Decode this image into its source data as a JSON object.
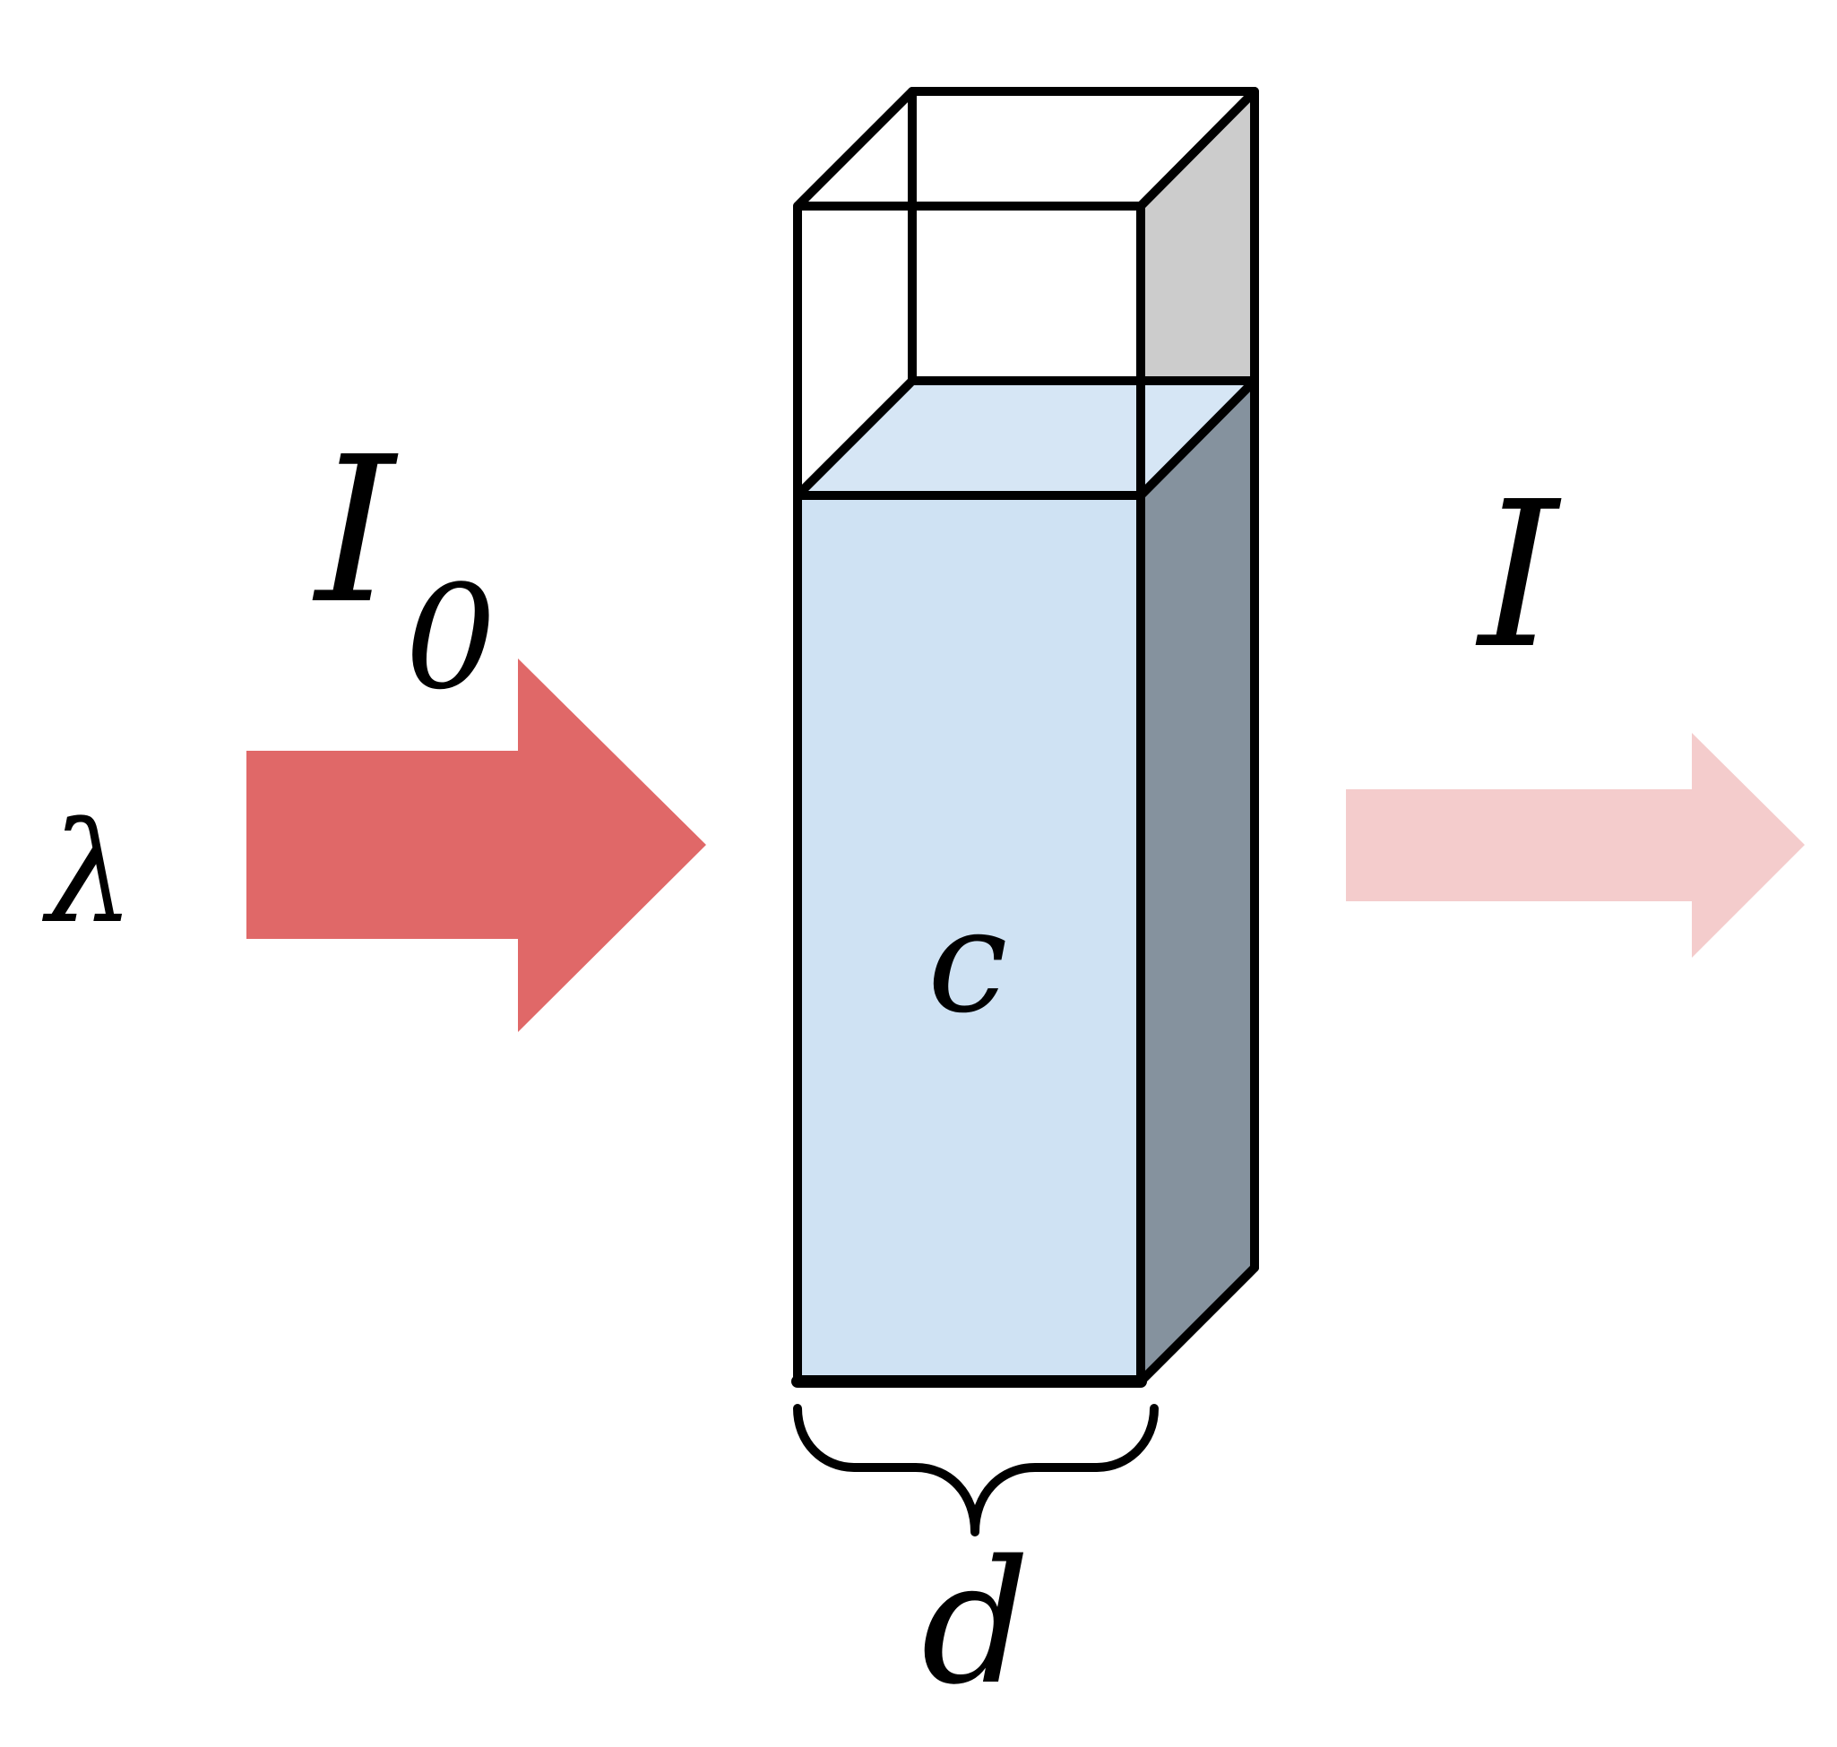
{
  "labels": {
    "wavelength": "λ",
    "incident_intensity": "I",
    "incident_subscript": "0",
    "transmitted_intensity": "I",
    "concentration": "c",
    "path_length": "d"
  },
  "colors": {
    "incident_beam": "#e06868",
    "transmitted_beam": "#f4cccc",
    "solution_front": "#cfe2f3",
    "solution_side": "#85929e",
    "solution_top": "#d6e6f5",
    "glass_side_top": "#cccccc",
    "glass_side_mid": "#b0bbc6",
    "outline": "#000000"
  }
}
